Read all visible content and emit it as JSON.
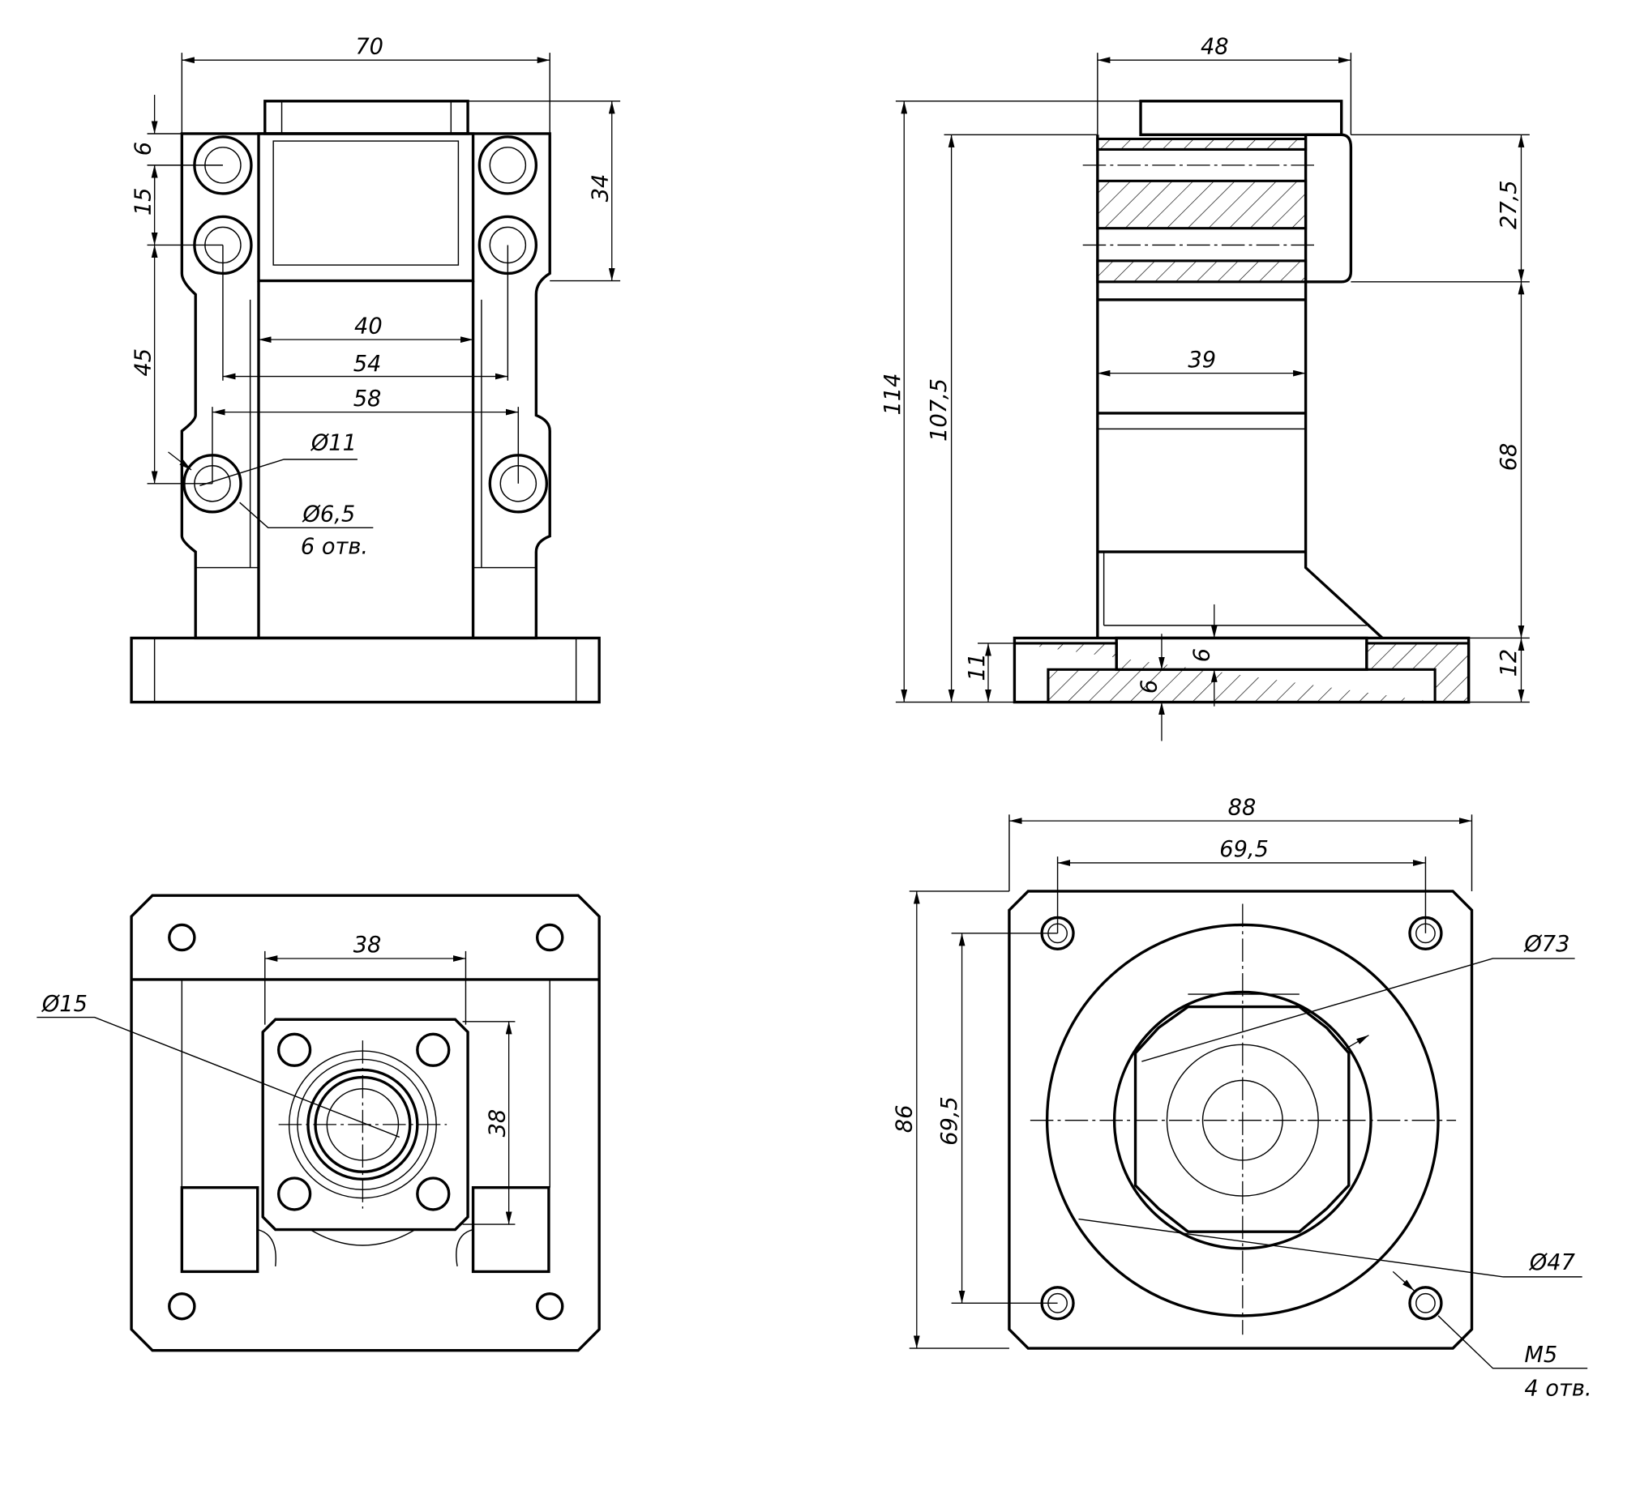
{
  "front_view": {
    "width": "70",
    "dim_6": "6",
    "dim_15": "15",
    "dim_34": "34",
    "dim_45": "45",
    "dim_40": "40",
    "dim_54": "54",
    "dim_58": "58",
    "hole_large": "Ø11",
    "hole_small": "Ø6,5",
    "hole_count": "6 отв."
  },
  "side_view": {
    "width": "48",
    "height_total": "114",
    "height_body": "107,5",
    "dim_27_5": "27,5",
    "dim_39": "39",
    "dim_68": "68",
    "dim_11": "11",
    "dim_6_a": "6",
    "dim_6_b": "6",
    "dim_12": "12"
  },
  "top_view": {
    "width": "38",
    "height": "38",
    "bore": "Ø15"
  },
  "bottom_view": {
    "width": "88",
    "hole_spacing_x": "69,5",
    "height": "86",
    "hole_spacing_y": "69,5",
    "outer_dia": "Ø73",
    "inner_dia": "Ø47",
    "thread": "M5",
    "thread_count": "4 отв."
  }
}
